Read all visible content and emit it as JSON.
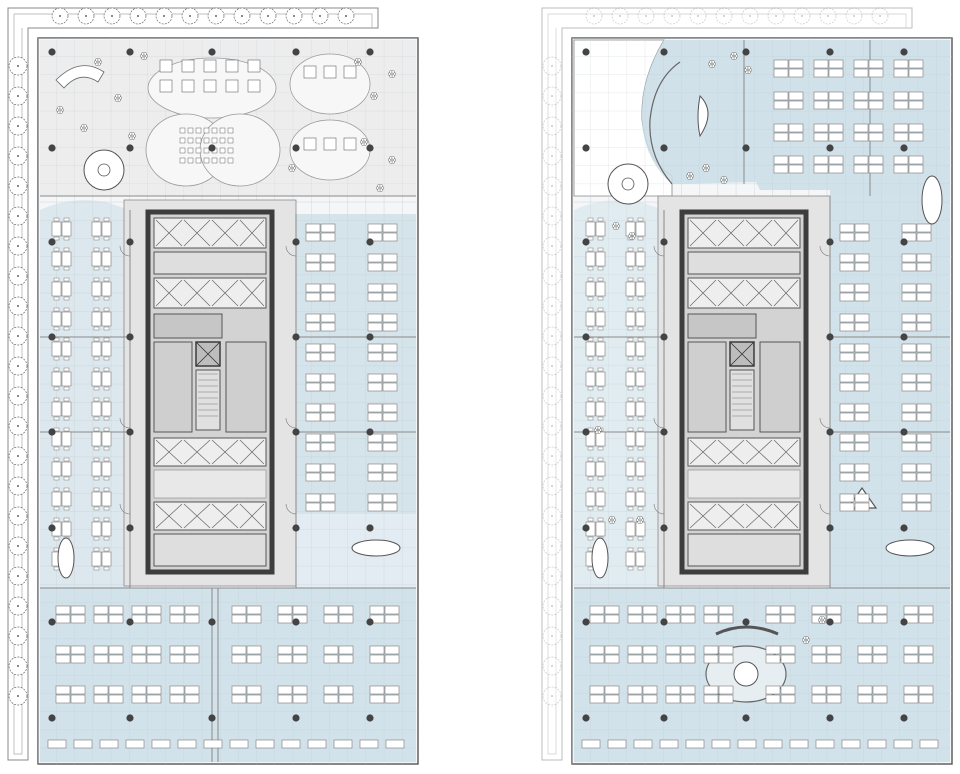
{
  "plans": [
    {
      "id": "left",
      "terrace_trees": true,
      "office_zones": [
        "west-wing",
        "east-wing",
        "south-wing"
      ]
    },
    {
      "id": "right",
      "terrace_trees": false,
      "office_zones": [
        "north-wing",
        "west-wing",
        "east-wing",
        "south-wing"
      ]
    }
  ],
  "colors": {
    "office_fill": "#c9dde6",
    "office_fill_light": "#dbe8ef",
    "core_wall": "#3d3d3d",
    "column": "#444444",
    "grid_line": "#c7d2d8",
    "terrace_fill": "#ececec",
    "corridor_fill": "#e4e4e4",
    "furniture": "#ffffff",
    "furniture_stroke": "#7a7a7a",
    "tree_stroke": "#666666"
  }
}
